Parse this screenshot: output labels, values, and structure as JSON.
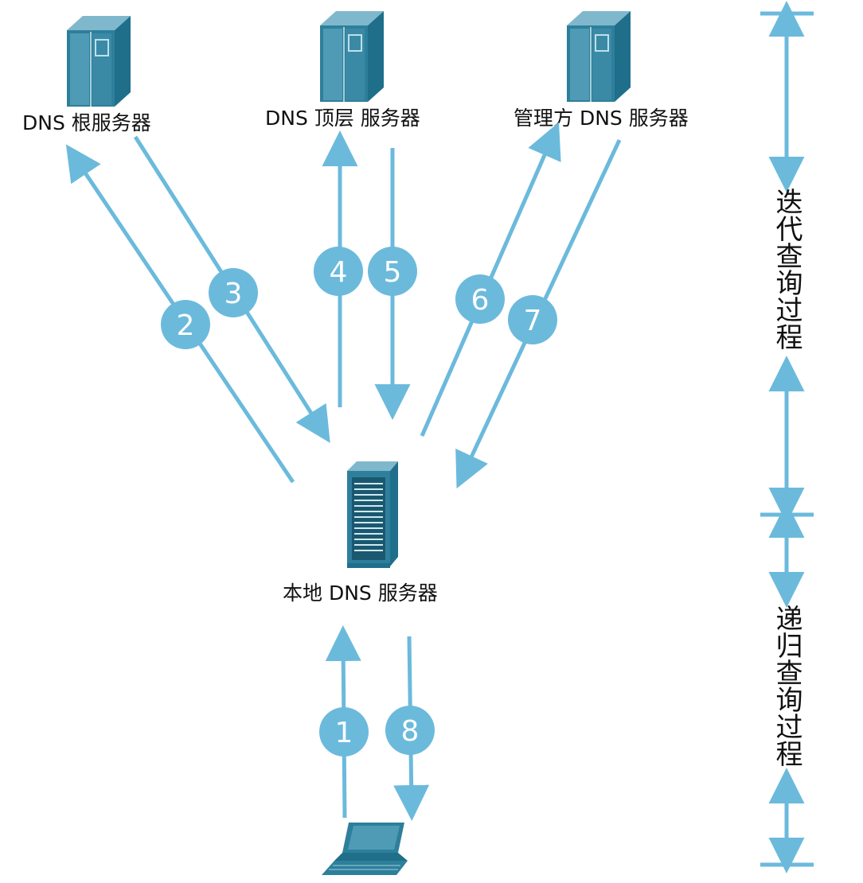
{
  "colors": {
    "arrow": "#6bbadc",
    "server_dark": "#1f6f8b",
    "server_light": "#4f9bb6",
    "server_mid": "#2e7f9b"
  },
  "labels": {
    "root": "DNS  根服务器",
    "tld": "DNS  顶层  服务器",
    "auth": "管理方  DNS  服务器",
    "local": "本地  DNS  服务器"
  },
  "steps": [
    "1",
    "2",
    "3",
    "4",
    "5",
    "6",
    "7",
    "8"
  ],
  "side": {
    "iterative": "迭代查询过程",
    "recursive": "递归查询过程"
  },
  "icons": {
    "root": "tower-server-icon",
    "tld": "tower-server-icon",
    "auth": "tower-server-icon",
    "local": "rack-server-icon",
    "client": "laptop-icon"
  }
}
